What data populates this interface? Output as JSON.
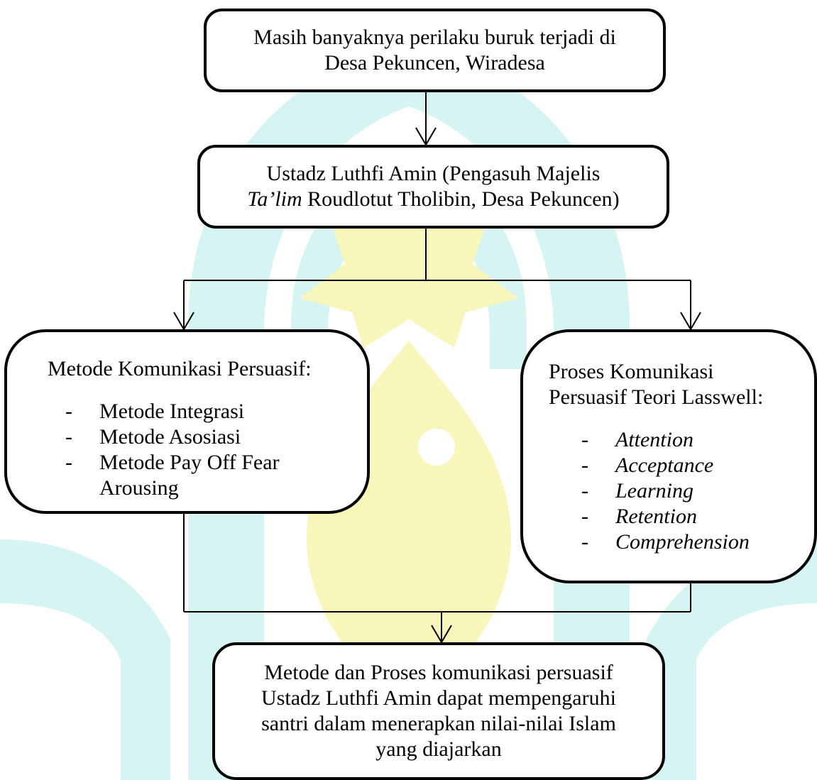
{
  "diagram": {
    "top_box": {
      "line1": "Masih banyaknya perilaku buruk terjadi di",
      "line2": "Desa Pekuncen, Wiradesa"
    },
    "second_box": {
      "line1": "Ustadz Luthfi Amin (Pengasuh Majelis",
      "line2_italic": "Ta’lim",
      "line2_rest": " Roudlotut Tholibin, Desa Pekuncen)"
    },
    "left_box": {
      "heading": "Metode Komunikasi Persuasif:",
      "items": [
        {
          "dash": "-",
          "text": "Metode Integrasi"
        },
        {
          "dash": "-",
          "text": "Metode Asosiasi"
        },
        {
          "dash": "-",
          "text": "Metode Pay Off Fear"
        },
        {
          "dash": "",
          "text": "Arousing"
        }
      ]
    },
    "right_box": {
      "heading_line1": "Proses Komunikasi",
      "heading_line2": "Persuasif Teori Lasswell:",
      "items": [
        {
          "dash": "-",
          "text": "Attention"
        },
        {
          "dash": "-",
          "text": "Acceptance"
        },
        {
          "dash": "-",
          "text": "Learning"
        },
        {
          "dash": "-",
          "text": "Retention"
        },
        {
          "dash": "-",
          "text": "Comprehension"
        }
      ]
    },
    "bottom_box": {
      "lines": [
        "Metode dan Proses komunikasi persuasif",
        "Ustadz Luthfi Amin dapat mempengaruhi",
        "santri dalam menerapkan nilai-nilai Islam",
        "yang diajarkan"
      ]
    }
  },
  "colors": {
    "watermark_teal": "#c2eee9",
    "watermark_yellow": "#f7f3a1",
    "stroke": "#000000"
  }
}
